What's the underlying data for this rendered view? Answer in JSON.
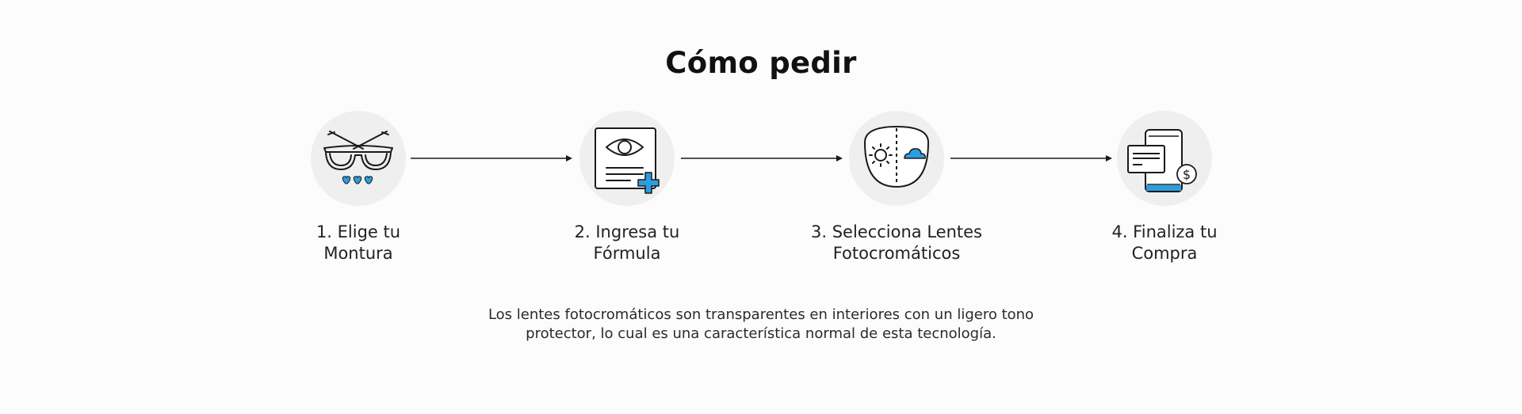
{
  "title": "Cómo pedir",
  "steps": [
    {
      "label_line1": "1. Elige tu",
      "label_line2": "Montura",
      "icon": "glasses-icon"
    },
    {
      "label_line1": "2. Ingresa tu",
      "label_line2": "Fórmula",
      "icon": "prescription-icon"
    },
    {
      "label_line1": "3. Selecciona Lentes",
      "label_line2": "Fotocromáticos",
      "icon": "photochromic-lens-icon"
    },
    {
      "label_line1": "4. Finaliza tu",
      "label_line2": "Compra",
      "icon": "mobile-payment-icon"
    }
  ],
  "note": {
    "line1": "Los lentes fotocromáticos son transparentes en interiores con un ligero tono",
    "line2": "protector, lo cual es una característica normal de esta tecnología."
  },
  "colors": {
    "accent": "#2a9ee0",
    "circle_bg": "#efefef",
    "stroke": "#1a1a1a"
  }
}
